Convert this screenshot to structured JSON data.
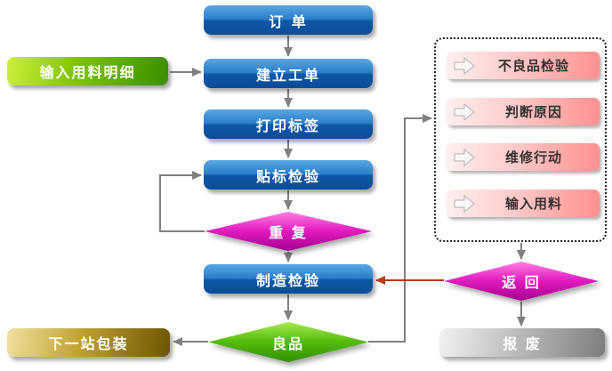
{
  "nodes": {
    "order": "订 单",
    "input_material_detail": "输入用料明细",
    "create_work_order": "建立工单",
    "print_label": "打印标签",
    "label_check": "贴标检验",
    "repeat": "重 复",
    "manufacture_check": "制造检验",
    "next_station_packaging": "下一站包装",
    "good_product": "良品",
    "return_decision": "返 回",
    "scrap": "报 废"
  },
  "rework_steps": [
    "不良品检验",
    "判断原因",
    "维修行动",
    "输入用料"
  ],
  "colors": {
    "process_blue": "#0e58a8",
    "decision_magenta": "#e31cc0",
    "decision_green": "#55bd0d",
    "input_green": "#7cc200",
    "packaging_olive": "#c0a231",
    "scrap_gray": "#9e9e9e",
    "rework_pink": "#ff9090",
    "connector_gray": "#808080",
    "return_connector_red": "#bb3a10"
  }
}
